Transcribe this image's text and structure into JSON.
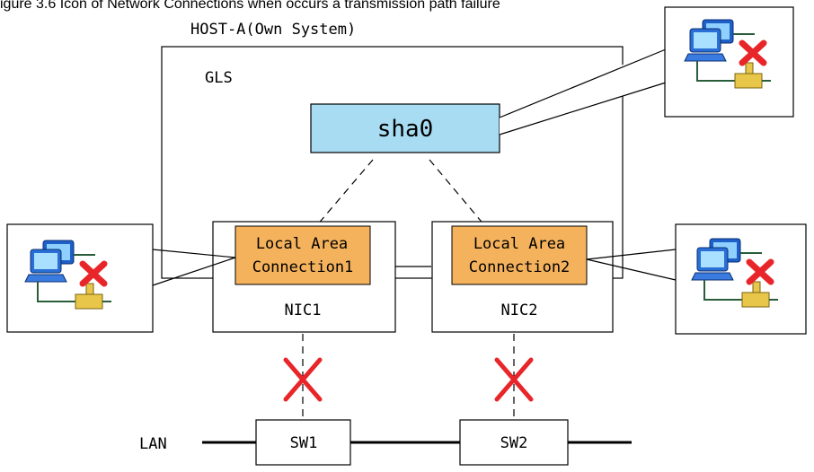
{
  "caption": "igure 3.6 Icon of Network Connections when occurs a transmission path failure",
  "host_label": "HOST-A(Own System)",
  "gls_label": "GLS",
  "virtual_interface": "sha0",
  "nics": [
    {
      "name": "NIC1",
      "connection_line1": "Local Area",
      "connection_line2": "Connection1"
    },
    {
      "name": "NIC2",
      "connection_line1": "Local Area",
      "connection_line2": "Connection2"
    }
  ],
  "switches": [
    "SW1",
    "SW2"
  ],
  "lan_label": "LAN",
  "colors": {
    "virtual_interface_fill": "#a8dcf2",
    "connection_fill": "#f5b25c",
    "failure_mark": "#e8262a"
  },
  "icons": [
    "network-connection-failed-icon",
    "failure-x-icon"
  ]
}
